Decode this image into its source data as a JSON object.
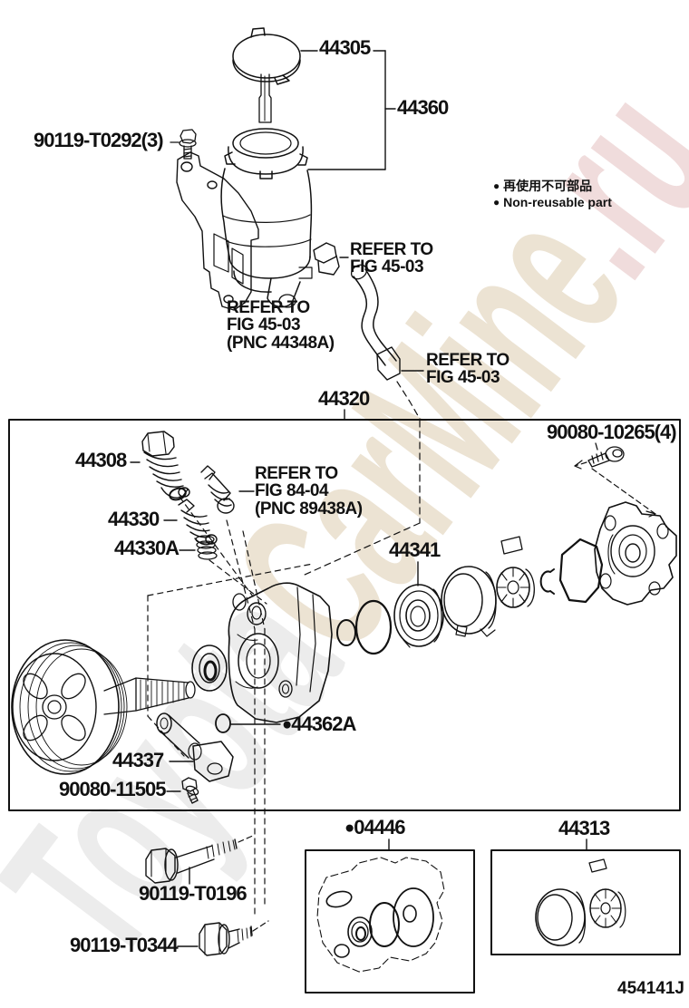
{
  "figure_code": "454141J",
  "bullet": "●",
  "labels": {
    "cap": "44305",
    "reservoir_assy": "44360",
    "bolt_t0292": "90119-T0292(3)",
    "pump_assy": "44320",
    "bolt_10265": "90080-10265(4)",
    "relief_valve": "44308",
    "valve_44330": "44330",
    "valve_44330a": "44330A",
    "side_plate": "44341",
    "oring_44362a": "44362A",
    "suction_port": "44337",
    "bolt_11505": "90080-11505",
    "gasket_kit": "04446",
    "cam_rotor_kit": "44313",
    "bolt_t0196": "90119-T0196",
    "bolt_t0344": "90119-T0344"
  },
  "notes": {
    "ref_fig4503_a": [
      "REFER TO",
      "FIG 45-03"
    ],
    "ref_fig4503_b": [
      "REFER TO",
      "FIG 45-03",
      "(PNC 44348A)"
    ],
    "ref_fig4503_c": [
      "REFER TO",
      "FIG 45-03"
    ],
    "ref_fig8404": [
      "REFER TO",
      "FIG 84-04",
      "(PNC 89438A)"
    ]
  },
  "legend": {
    "bullet": "●",
    "line1_jp": "再使用不可部品",
    "line2_en": "Non-reusable part"
  },
  "watermark": {
    "part1": "Toyota",
    "part2": "CarMine",
    "part3": ".ru"
  },
  "colors": {
    "line": "#111111",
    "watermark_gray": "#ececec",
    "watermark_tan": "#ece3d3",
    "watermark_pink": "#f0dcdc"
  }
}
